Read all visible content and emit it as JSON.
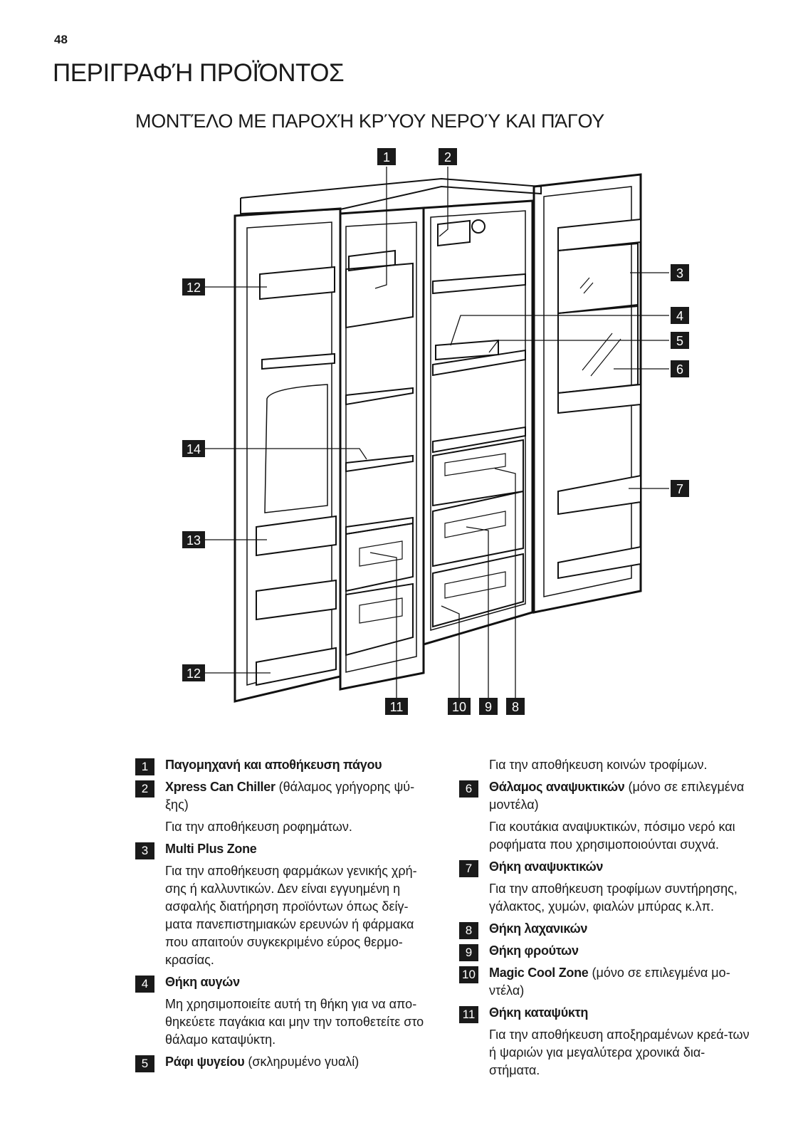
{
  "page_number": "48",
  "heading": "ΠΕΡΙΓΡΑΦΉ ΠΡΟΪΌΝΤΟΣ",
  "subheading": "ΜΟΝΤΈΛΟ ΜΕ ΠΑΡΟΧΉ ΚΡΎΟΥ ΝΕΡΟΎ ΚΑΙ ΠΆΓΟΥ",
  "callouts": [
    "1",
    "2",
    "3",
    "4",
    "5",
    "6",
    "7",
    "8",
    "9",
    "10",
    "11",
    "12",
    "12",
    "13",
    "14"
  ],
  "items": [
    {
      "n": "1",
      "title": "Παγομηχανή και αποθήκευση πάγου",
      "note": "",
      "desc": ""
    },
    {
      "n": "2",
      "title": "Xpress Can Chiller",
      "note": " (θάλαμος γρήγορης ψύ-ξης)",
      "desc": "Για την αποθήκευση ροφημάτων."
    },
    {
      "n": "3",
      "title": "Multi Plus Zone",
      "note": "",
      "desc": "Για την αποθήκευση φαρμάκων γενικής χρή-σης ή καλλυντικών. Δεν είναι εγγυημένη η ασφαλής διατήρηση προϊόντων όπως δείγ-ματα πανεπιστημιακών ερευνών ή φάρμακα που απαιτούν συγκεκριμένο εύρος θερμο-κρασίας."
    },
    {
      "n": "4",
      "title": "Θήκη αυγών",
      "note": "",
      "desc": "Μη χρησιμοποιείτε αυτή τη θήκη για να απο-θηκεύετε παγάκια και μην την τοποθετείτε στο θάλαμο καταψύκτη."
    },
    {
      "n": "5",
      "title": "Ράφι ψυγείου",
      "note": " (σκληρυμένο γυαλί)",
      "desc": ""
    }
  ],
  "right_intro": "Για την αποθήκευση κοινών τροφίμων.",
  "items_right": [
    {
      "n": "6",
      "title": "Θάλαμος αναψυκτικών",
      "note": " (μόνο σε επιλεγμένα μοντέλα)",
      "desc": "Για κουτάκια αναψυκτικών, πόσιμο νερό και ροφήματα που χρησιμοποιούνται συχνά."
    },
    {
      "n": "7",
      "title": "Θήκη αναψυκτικών",
      "note": "",
      "desc": "Για την αποθήκευση τροφίμων συντήρησης, γάλακτος, χυμών, φιαλών μπύρας κ.λπ."
    },
    {
      "n": "8",
      "title": "Θήκη λαχανικών",
      "note": "",
      "desc": ""
    },
    {
      "n": "9",
      "title": "Θήκη φρούτων",
      "note": "",
      "desc": ""
    },
    {
      "n": "10",
      "title": "Magic Cool Zone",
      "note": " (μόνο σε επιλεγμένα μο-ντέλα)",
      "desc": ""
    },
    {
      "n": "11",
      "title": "Θήκη καταψύκτη",
      "note": "",
      "desc": "Για την αποθήκευση αποξηραμένων κρεά-των ή ψαριών για μεγαλύτερα χρονικά δια-στήματα."
    }
  ]
}
